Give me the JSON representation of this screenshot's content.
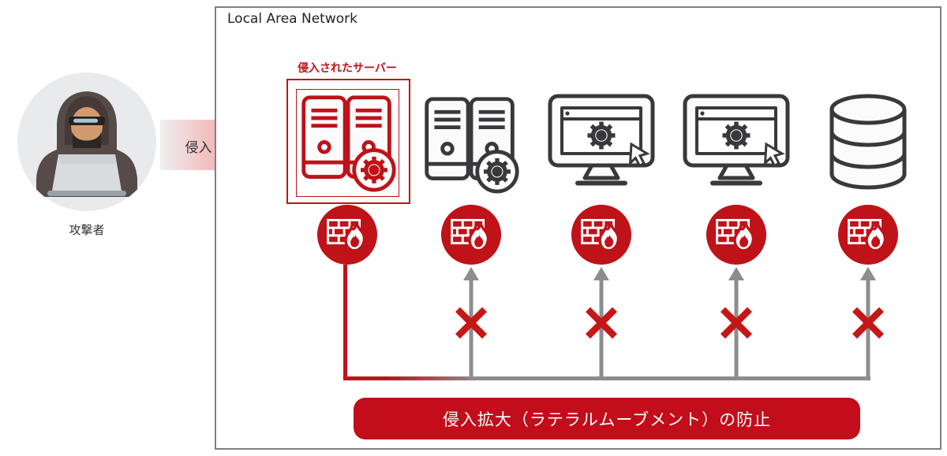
{
  "colors": {
    "red": "#bf1219",
    "banner_red": "#c30d1a",
    "x_red": "#c51717",
    "gray_line": "#8d8d8d",
    "icon_dark": "#39393c",
    "lan_border": "#7f7f7f",
    "attacker_bg": "#e9eaec"
  },
  "attacker": {
    "label": "攻撃者"
  },
  "intrusion_arrow": {
    "label": "侵入"
  },
  "lan": {
    "title": "Local Area Network",
    "compromised_server_label": "侵入されたサーバー",
    "banner_label": "侵入拡大（ラテラルムーブメント）の防止",
    "devices": [
      {
        "name": "compromised-server",
        "type": "server-rack",
        "status": "compromised",
        "firewall": true,
        "blocked": false
      },
      {
        "name": "server",
        "type": "server-rack",
        "status": "protected",
        "firewall": true,
        "blocked": true
      },
      {
        "name": "pc-1",
        "type": "desktop-pc",
        "status": "protected",
        "firewall": true,
        "blocked": true
      },
      {
        "name": "pc-2",
        "type": "desktop-pc",
        "status": "protected",
        "firewall": true,
        "blocked": true
      },
      {
        "name": "database",
        "type": "database",
        "status": "protected",
        "firewall": true,
        "blocked": true
      }
    ]
  },
  "icons": {
    "hacker": "hacker-icon",
    "firewall": "firewall-icon",
    "gear": "gear-icon",
    "cursor": "cursor-icon",
    "blocked": "x-icon",
    "lateral_arrow": "up-arrow-icon"
  }
}
